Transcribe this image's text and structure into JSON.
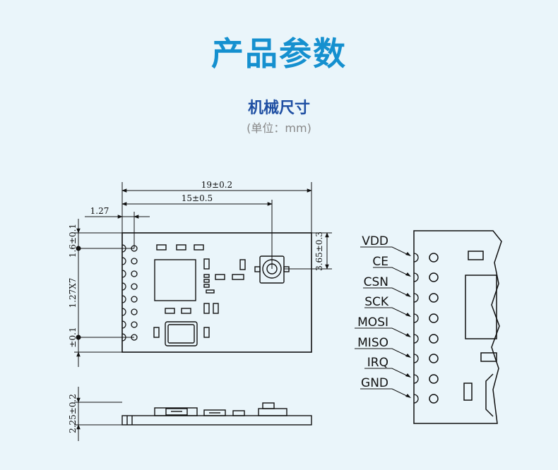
{
  "header": {
    "title": "产品参数",
    "subtitle": "机械尺寸",
    "unit_note": "(单位：mm)"
  },
  "dimensions": {
    "total_width": "19±0.2",
    "antenna_offset": "15±0.5",
    "pin_offset": "1.27",
    "top_margin": "1.6±0.1",
    "pitch": "1.27X7",
    "bottom_margin": "±0.1",
    "antenna_height": "3.65±0.3",
    "thickness": "2.25±0.2"
  },
  "pins": [
    "VDD",
    "CE",
    "CSN",
    "SCK",
    "MOSI",
    "MISO",
    "IRQ",
    "GND"
  ],
  "colors": {
    "title": "#1590cf",
    "subtitle": "#1f4fa3",
    "background": "#eaf5fa",
    "line": "#111111"
  }
}
